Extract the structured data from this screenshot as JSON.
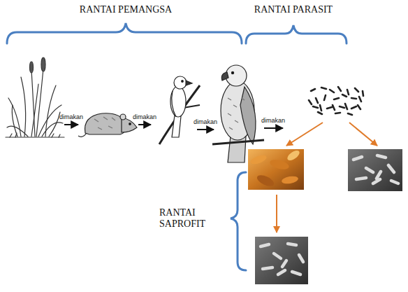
{
  "diagram": {
    "labels": [
      "RANTAI PEMANGSA",
      "RANTAI PARASIT",
      "dimakan",
      "dimakan",
      "dimakan",
      "dimakan",
      "RANTAI SAPROFIT"
    ]
  }
}
